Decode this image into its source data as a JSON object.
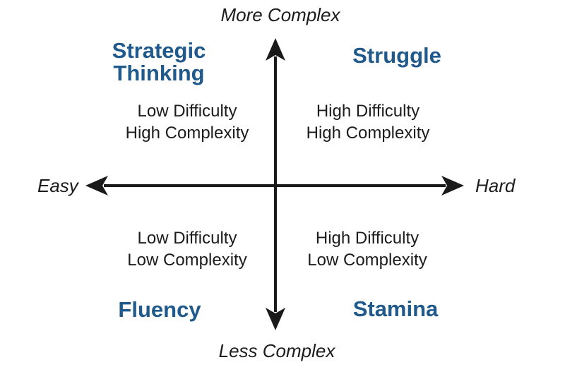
{
  "diagram": {
    "axes": {
      "top_label": "More Complex",
      "bottom_label": "Less Complex",
      "left_label": "Easy",
      "right_label": "Hard"
    },
    "quadrants": {
      "top_left": {
        "name": "Strategic Thinking",
        "desc_line1": "Low Difficulty",
        "desc_line2": "High Complexity"
      },
      "top_right": {
        "name": "Struggle",
        "desc_line1": "High Difficulty",
        "desc_line2": "High Complexity"
      },
      "bottom_left": {
        "name": "Fluency",
        "desc_line1": "Low Difficulty",
        "desc_line2": "Low Complexity"
      },
      "bottom_right": {
        "name": "Stamina",
        "desc_line1": "High Difficulty",
        "desc_line2": "Low Complexity"
      }
    },
    "colors": {
      "heading_blue": "#20598B",
      "text_black": "#1C1C1C",
      "axis_black": "#1A1A1A",
      "background": "#FFFFFF"
    }
  }
}
